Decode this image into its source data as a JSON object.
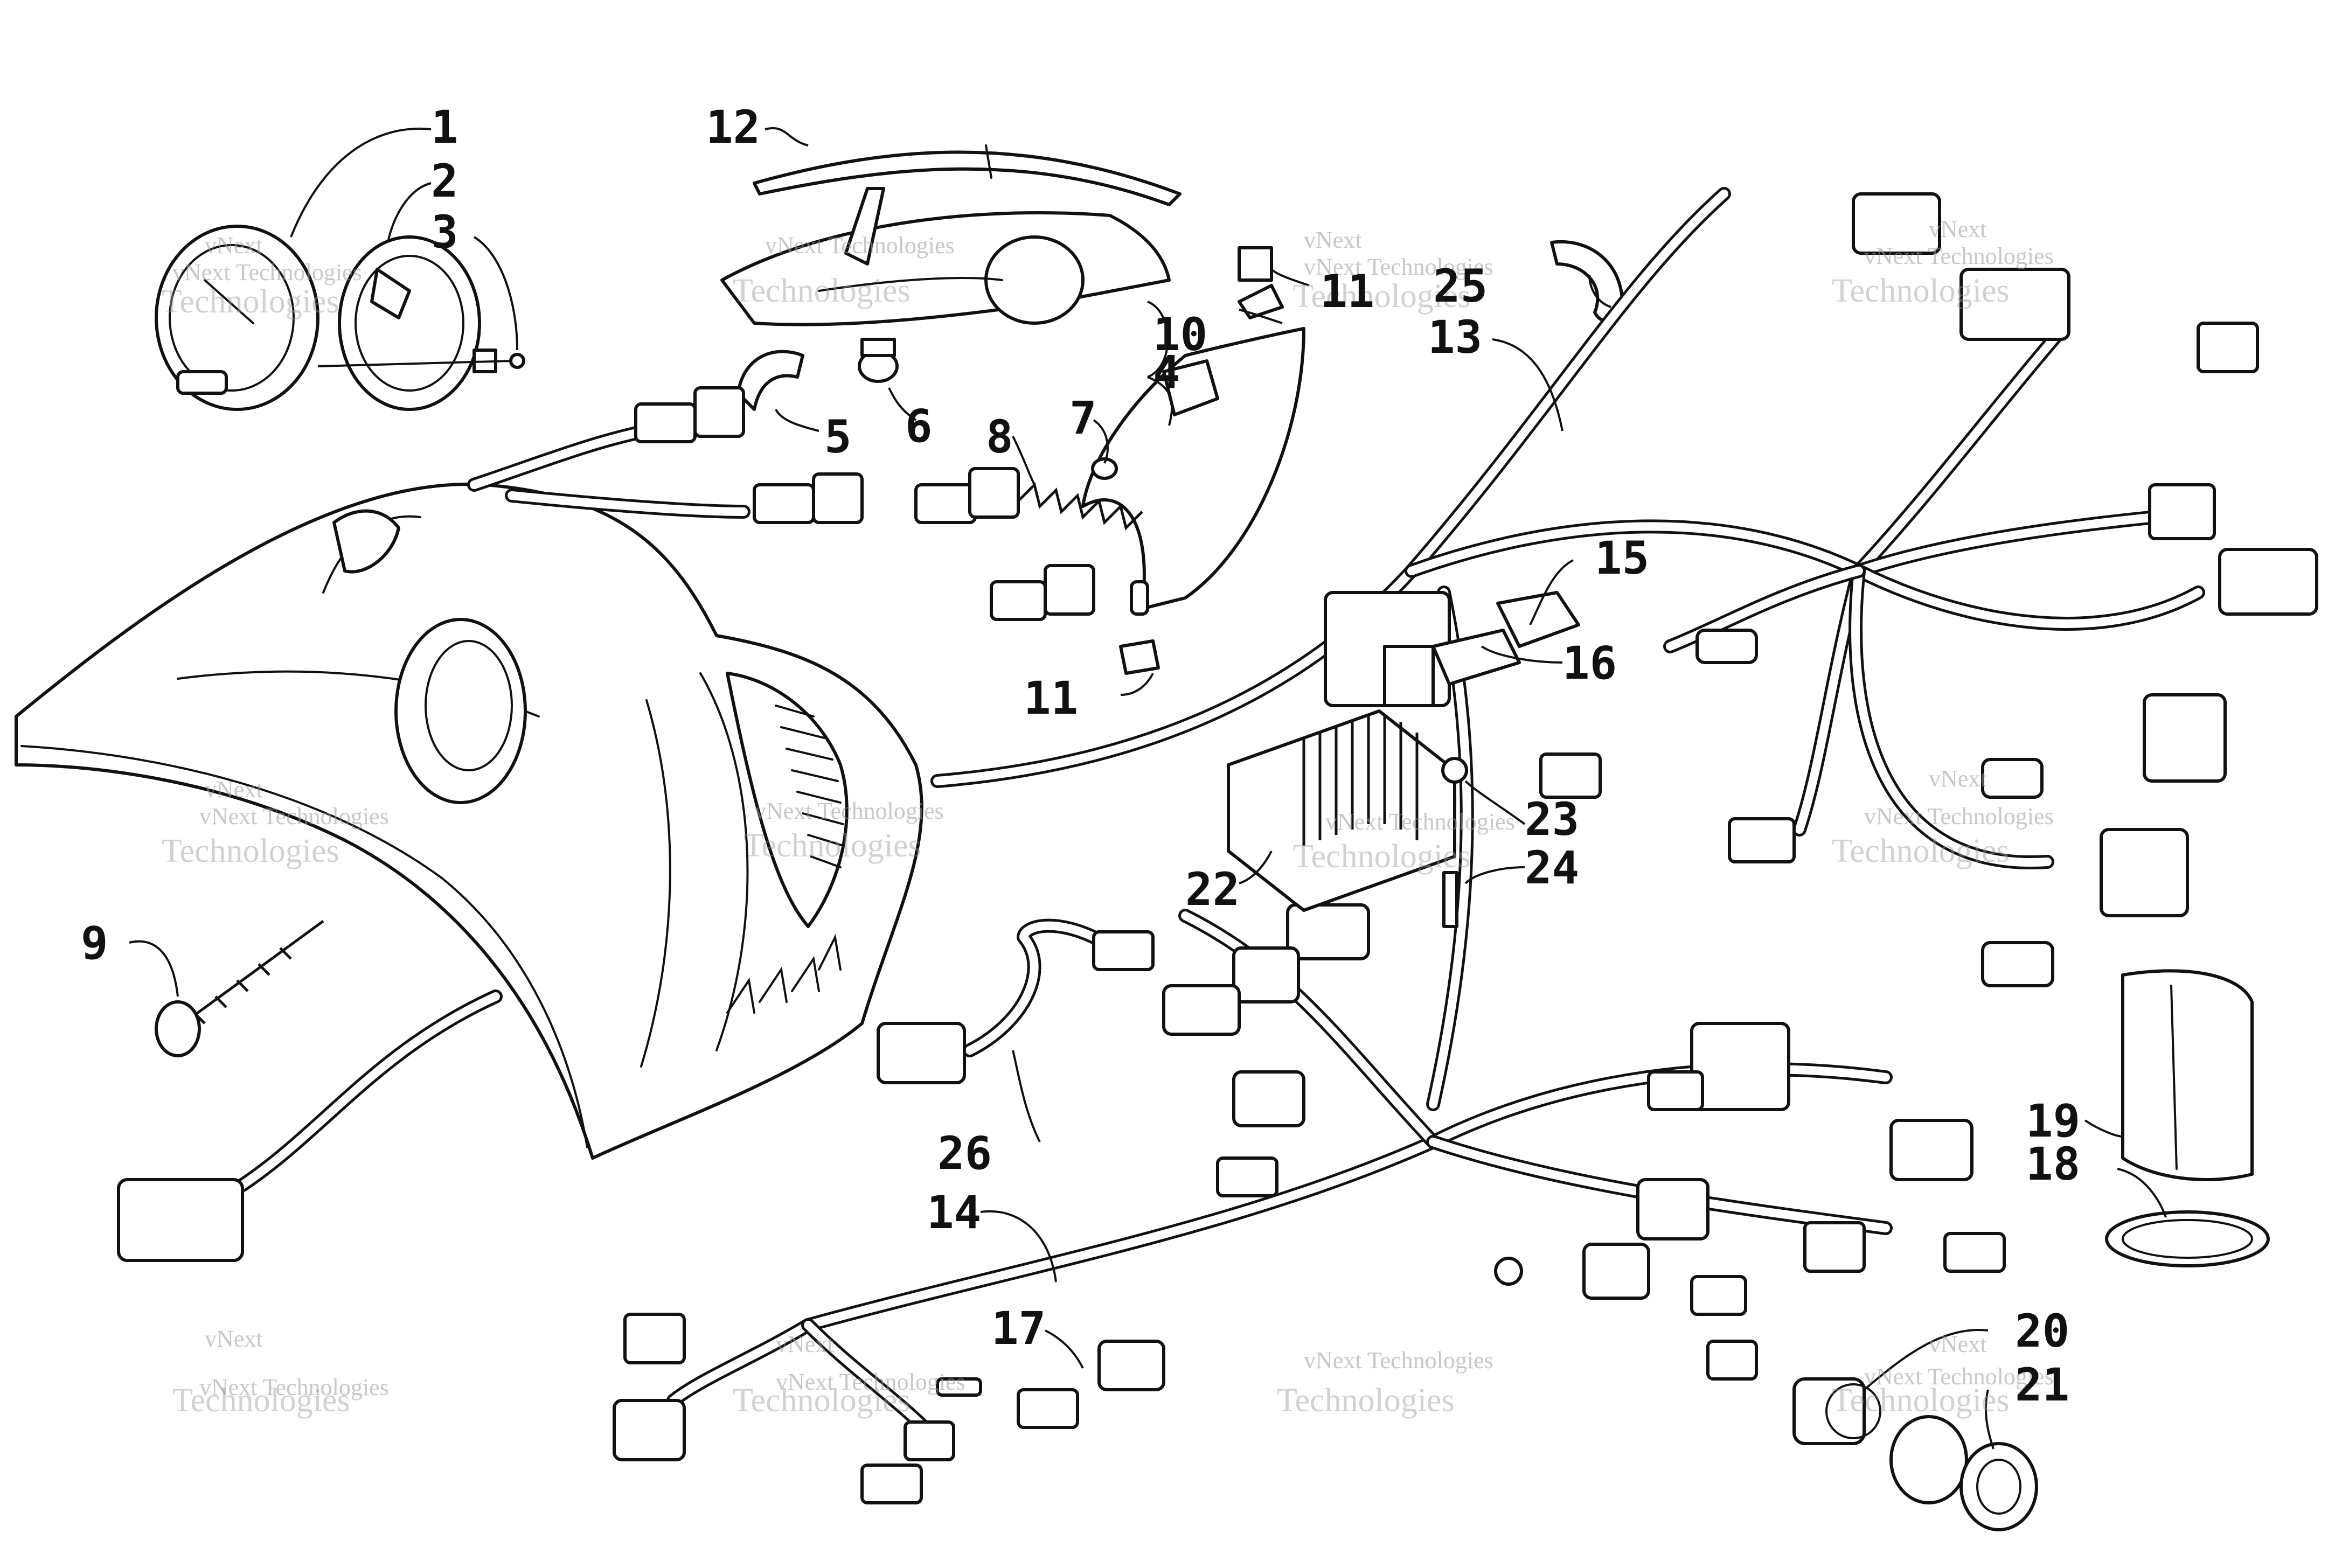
{
  "diagram": {
    "callouts": [
      {
        "id": "1",
        "label": "1"
      },
      {
        "id": "2",
        "label": "2"
      },
      {
        "id": "3",
        "label": "3"
      },
      {
        "id": "4",
        "label": "4"
      },
      {
        "id": "5",
        "label": "5"
      },
      {
        "id": "6",
        "label": "6"
      },
      {
        "id": "7",
        "label": "7"
      },
      {
        "id": "8",
        "label": "8"
      },
      {
        "id": "9",
        "label": "9"
      },
      {
        "id": "10",
        "label": "10"
      },
      {
        "id": "11a",
        "label": "11"
      },
      {
        "id": "11b",
        "label": "11"
      },
      {
        "id": "12",
        "label": "12"
      },
      {
        "id": "13",
        "label": "13"
      },
      {
        "id": "14",
        "label": "14"
      },
      {
        "id": "15",
        "label": "15"
      },
      {
        "id": "16",
        "label": "16"
      },
      {
        "id": "17",
        "label": "17"
      },
      {
        "id": "18",
        "label": "18"
      },
      {
        "id": "19",
        "label": "19"
      },
      {
        "id": "20",
        "label": "20"
      },
      {
        "id": "21",
        "label": "21"
      },
      {
        "id": "22",
        "label": "22"
      },
      {
        "id": "23",
        "label": "23"
      },
      {
        "id": "24",
        "label": "24"
      },
      {
        "id": "25",
        "label": "25"
      },
      {
        "id": "26",
        "label": "26"
      }
    ],
    "watermark": {
      "line1": "vNext",
      "line2": "Technologies",
      "combined": "vNext Technologies"
    }
  }
}
